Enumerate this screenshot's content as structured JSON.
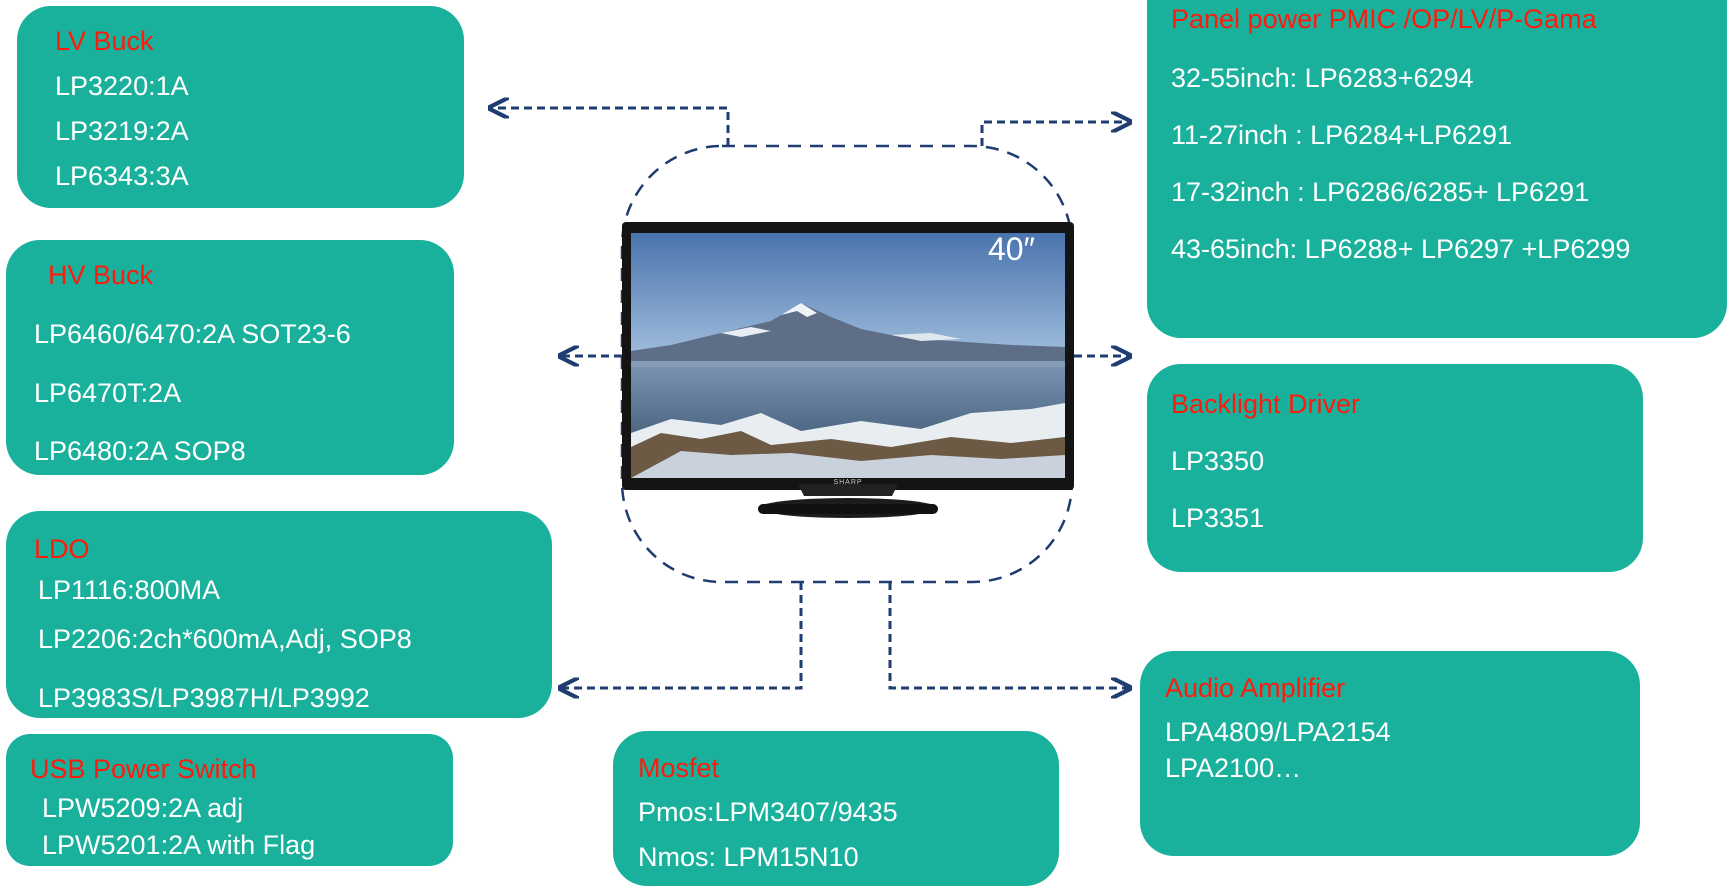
{
  "lv_buck": {
    "title": "LV Buck",
    "items": [
      "LP3220:1A",
      "LP3219:2A",
      "LP6343:3A"
    ]
  },
  "hv_buck": {
    "title": "HV Buck",
    "items": [
      "LP6460/6470:2A SOT23-6",
      "LP6470T:2A",
      "LP6480:2A SOP8"
    ]
  },
  "ldo": {
    "title": "LDO",
    "items": [
      "LP1116:800MA",
      "LP2206:2ch*600mA,Adj, SOP8",
      "LP3983S/LP3987H/LP3992"
    ]
  },
  "usb_power_switch": {
    "title": "USB Power Switch",
    "items": [
      "LPW5209:2A adj",
      "LPW5201:2A with Flag"
    ]
  },
  "mosfet": {
    "title": "Mosfet",
    "items": [
      "Pmos:LPM3407/9435",
      "Nmos: LPM15N10"
    ]
  },
  "panel_power": {
    "title": "Panel power PMIC /OP/LV/P-Gama",
    "items": [
      "32-55inch: LP6283+6294",
      "11-27inch : LP6284+LP6291",
      "17-32inch : LP6286/6285+ LP6291",
      "43-65inch: LP6288+ LP6297 +LP6299"
    ]
  },
  "backlight_driver": {
    "title": "Backlight Driver",
    "items": [
      "LP3350",
      "LP3351"
    ]
  },
  "audio_amplifier": {
    "title": "Audio Amplifier",
    "items": [
      "LPA4809/LPA2154",
      "LPA2100…"
    ]
  },
  "tv": {
    "size_label": "40″",
    "brand": "SHARP"
  },
  "colors": {
    "box_fill": "#1ab19c",
    "title_text": "#ff1a0d",
    "item_text": "#ffffff",
    "connector": "#1f3d70"
  }
}
